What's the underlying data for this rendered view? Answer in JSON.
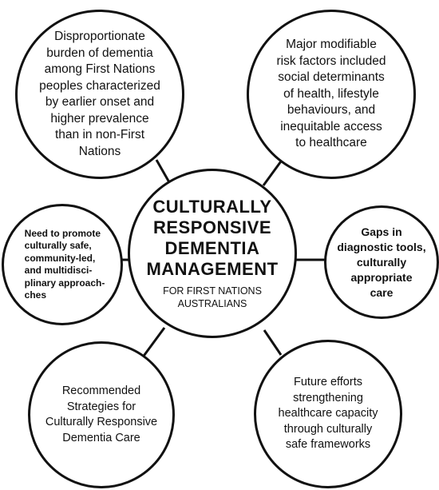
{
  "center": {
    "title": "CULTURALLY\nRESPONSIVE\nDEMENTIA\nMANAGEMENT",
    "subtitle": "FOR FIRST NATIONS\nAUSTRALIANS"
  },
  "nodes": {
    "top_left": "Disproportionate\nburden of dementia\namong First Nations\npeoples characterized\nby earlier onset and\nhigher prevalence\nthan in non-First\nNations",
    "top_right": "Major modifiable\nrisk factors included\nsocial determinants\nof health, lifestyle\nbehaviours, and\ninequitable access\nto healthcare",
    "left": "Need to promote\nculturally safe,\ncommunity-led,\nand multidisci-\nplinary approach-\nches",
    "right": "Gaps in\ndiagnostic tools,\nculturally\nappropriate\ncare",
    "bottom_left": "Recommended\nStrategies for\nCulturally Responsive\nDementia Care",
    "bottom_right": "Future efforts\nstrengthening\nhealthcare capacity\nthrough culturally\nsafe frameworks"
  }
}
